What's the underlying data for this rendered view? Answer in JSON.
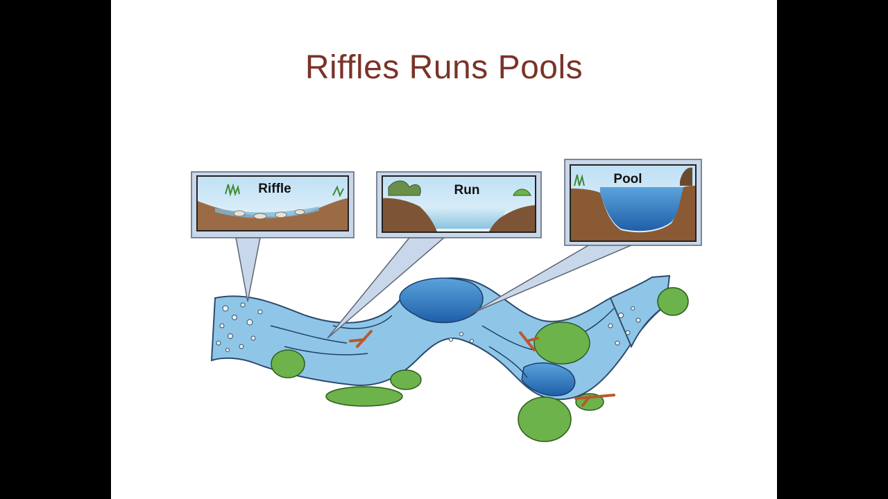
{
  "slide": {
    "title": "Riffles Runs Pools",
    "colors": {
      "title": "#7a3328",
      "water_light": "#8fc6e8",
      "water_deep": "#2f6fb7",
      "vegetation": "#6bb34a",
      "soil": "#8a5a34",
      "frame_fill": "#c9d7ea",
      "frame_stroke": "#5a6472"
    }
  },
  "diagram": {
    "callouts": [
      {
        "label": "Riffle"
      },
      {
        "label": "Run"
      },
      {
        "label": "Pool"
      }
    ]
  }
}
